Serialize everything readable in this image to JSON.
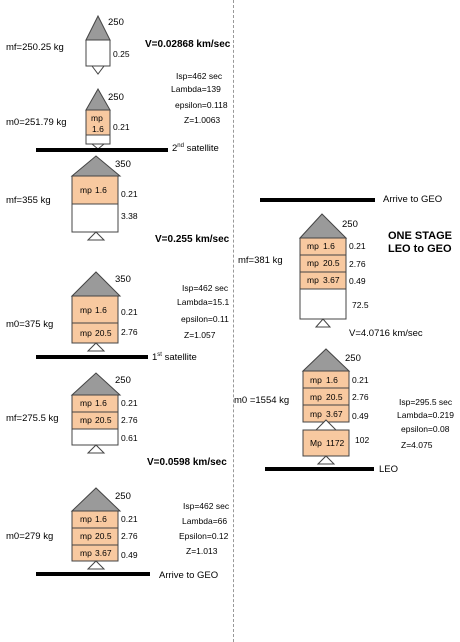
{
  "title": {
    "line1": "ONE STAGE",
    "line2": "LEO to GEO"
  },
  "colors": {
    "propellant": "#f8c9a0",
    "nose": "#9a9a9a",
    "stroke": "#444444"
  },
  "left": {
    "payload_top": "250",
    "mf1": "mf=250.25 kg",
    "shell1": "0.25",
    "v1": "V=0.02868 km/sec",
    "p1": {
      "isp": "Isp=462 sec",
      "lambda": "Lambda=139",
      "epsilon": "epsilon=0.118",
      "z": "Z=1.0063"
    },
    "m01": "m0=251.79 kg",
    "r2": {
      "top": "250",
      "mp": "mp",
      "mp_val": "1.6",
      "side": "0.21"
    },
    "sat2": {
      "pre": "2",
      "sup": "nd",
      "post": " satellite"
    },
    "r3": {
      "top": "350",
      "mp_val": "1.6",
      "s1": "0.21",
      "s2": "3.38"
    },
    "mf3": "mf=355 kg",
    "v2": "V=0.255 km/sec",
    "r4": {
      "top": "350",
      "mp1": "1.6",
      "mp2": "20.5",
      "s1": "0.21",
      "s2": "2.76"
    },
    "p2": {
      "isp": "Isp=462 sec",
      "lambda": "Lambda=15.1",
      "epsilon": "epsilon=0.11",
      "z": "Z=1.057"
    },
    "m04": "m0=375 kg",
    "sat1": {
      "pre": "1",
      "sup": "st",
      "post": "  satellite"
    },
    "r5": {
      "top": "250",
      "mp1": "1.6",
      "mp2": "20.5",
      "s1": "0.21",
      "s2": "2.76",
      "s3": "0.61"
    },
    "mf5": "mf=275.5 kg",
    "v3": "V=0.0598 km/sec",
    "r6": {
      "top": "250",
      "mp1": "1.6",
      "mp2": "20.5",
      "mp3": "3.67",
      "s1": "0.21",
      "s2": "2.76",
      "s3": "0.49"
    },
    "p3": {
      "isp": "Isp=462 sec",
      "lambda": "Lambda=66",
      "epsilon": "Epsilon=0.12",
      "z": "Z=1.013"
    },
    "m06": "m0=279 kg",
    "arrive": "Arrive to GEO"
  },
  "right": {
    "arrive": "Arrive to GEO",
    "r1": {
      "top": "250",
      "mp1": "1.6",
      "mp2": "20.5",
      "mp3": "3.67",
      "s1": "0.21",
      "s2": "2.76",
      "s3": "0.49",
      "s4": "72.5"
    },
    "mf": "mf=381 kg",
    "v": "V=4.0716 km/sec",
    "r2": {
      "top": "250",
      "mp1": "1.6",
      "mp2": "20.5",
      "mp3": "3.67",
      "Mp_label": "Mp",
      "Mp_val": "1172",
      "s1": "0.21",
      "s2": "2.76",
      "s3": "0.49",
      "s4": "102"
    },
    "m0": "m0 =1554 kg",
    "p": {
      "isp": "Isp=295.5 sec",
      "lambda": "Lambda=0.219",
      "epsilon": "epsilon=0.08",
      "z": "Z=4.075"
    },
    "leo": "LEO"
  }
}
